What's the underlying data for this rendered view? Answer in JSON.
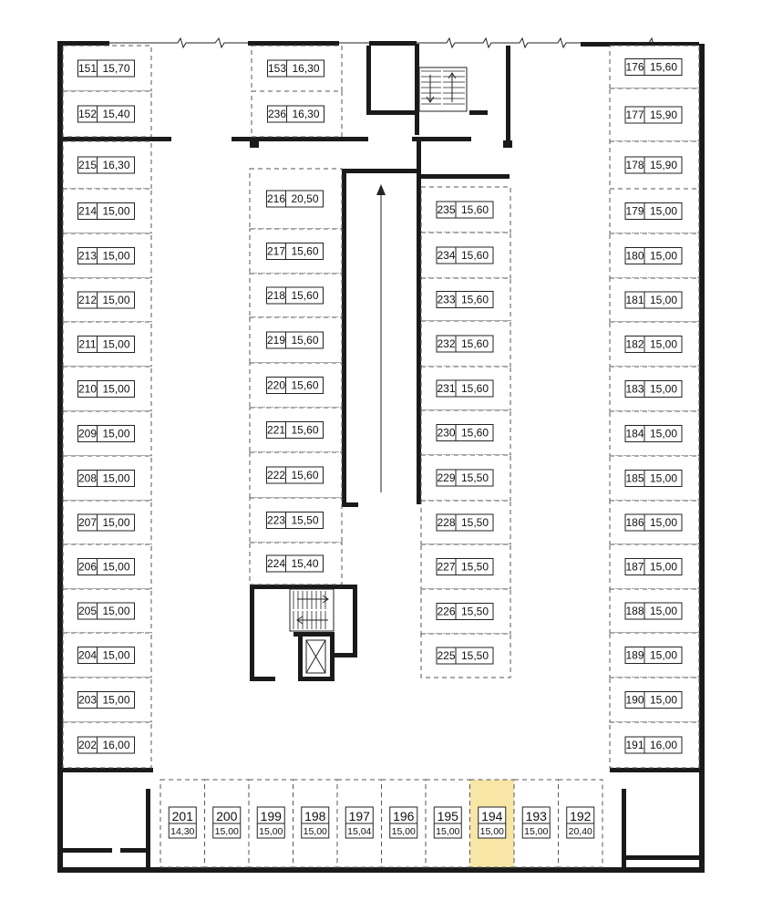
{
  "highlight_color": "#f8e6a6",
  "spaces": [
    {
      "id": "151",
      "area": "15,70"
    },
    {
      "id": "152",
      "area": "15,40"
    },
    {
      "id": "153",
      "area": "16,30"
    },
    {
      "id": "236",
      "area": "16,30"
    },
    {
      "id": "215",
      "area": "16,30"
    },
    {
      "id": "214",
      "area": "15,00"
    },
    {
      "id": "213",
      "area": "15,00"
    },
    {
      "id": "212",
      "area": "15,00"
    },
    {
      "id": "211",
      "area": "15,00"
    },
    {
      "id": "210",
      "area": "15,00"
    },
    {
      "id": "209",
      "area": "15,00"
    },
    {
      "id": "208",
      "area": "15,00"
    },
    {
      "id": "207",
      "area": "15,00"
    },
    {
      "id": "206",
      "area": "15,00"
    },
    {
      "id": "205",
      "area": "15,00"
    },
    {
      "id": "204",
      "area": "15,00"
    },
    {
      "id": "203",
      "area": "15,00"
    },
    {
      "id": "202",
      "area": "16,00"
    },
    {
      "id": "216",
      "area": "20,50"
    },
    {
      "id": "217",
      "area": "15,60"
    },
    {
      "id": "218",
      "area": "15,60"
    },
    {
      "id": "219",
      "area": "15,60"
    },
    {
      "id": "220",
      "area": "15,60"
    },
    {
      "id": "221",
      "area": "15,60"
    },
    {
      "id": "222",
      "area": "15,60"
    },
    {
      "id": "223",
      "area": "15,50"
    },
    {
      "id": "224",
      "area": "15,40"
    },
    {
      "id": "235",
      "area": "15,60"
    },
    {
      "id": "234",
      "area": "15,60"
    },
    {
      "id": "233",
      "area": "15,60"
    },
    {
      "id": "232",
      "area": "15,60"
    },
    {
      "id": "231",
      "area": "15,60"
    },
    {
      "id": "230",
      "area": "15,60"
    },
    {
      "id": "229",
      "area": "15,50"
    },
    {
      "id": "228",
      "area": "15,50"
    },
    {
      "id": "227",
      "area": "15,50"
    },
    {
      "id": "226",
      "area": "15,50"
    },
    {
      "id": "225",
      "area": "15,50"
    },
    {
      "id": "176",
      "area": "15,60"
    },
    {
      "id": "177",
      "area": "15,90"
    },
    {
      "id": "178",
      "area": "15,90"
    },
    {
      "id": "179",
      "area": "15,00"
    },
    {
      "id": "180",
      "area": "15,00"
    },
    {
      "id": "181",
      "area": "15,00"
    },
    {
      "id": "182",
      "area": "15,00"
    },
    {
      "id": "183",
      "area": "15,00"
    },
    {
      "id": "184",
      "area": "15,00"
    },
    {
      "id": "185",
      "area": "15,00"
    },
    {
      "id": "186",
      "area": "15,00"
    },
    {
      "id": "187",
      "area": "15,00"
    },
    {
      "id": "188",
      "area": "15,00"
    },
    {
      "id": "189",
      "area": "15,00"
    },
    {
      "id": "190",
      "area": "15,00"
    },
    {
      "id": "191",
      "area": "16,00"
    },
    {
      "id": "201",
      "area": "14,30"
    },
    {
      "id": "200",
      "area": "15,00"
    },
    {
      "id": "199",
      "area": "15,00"
    },
    {
      "id": "198",
      "area": "15,00"
    },
    {
      "id": "197",
      "area": "15,04"
    },
    {
      "id": "196",
      "area": "15,00"
    },
    {
      "id": "195",
      "area": "15,00"
    },
    {
      "id": "194",
      "area": "15,00",
      "highlighted": true
    },
    {
      "id": "193",
      "area": "15,00"
    },
    {
      "id": "192",
      "area": "20,40"
    }
  ]
}
